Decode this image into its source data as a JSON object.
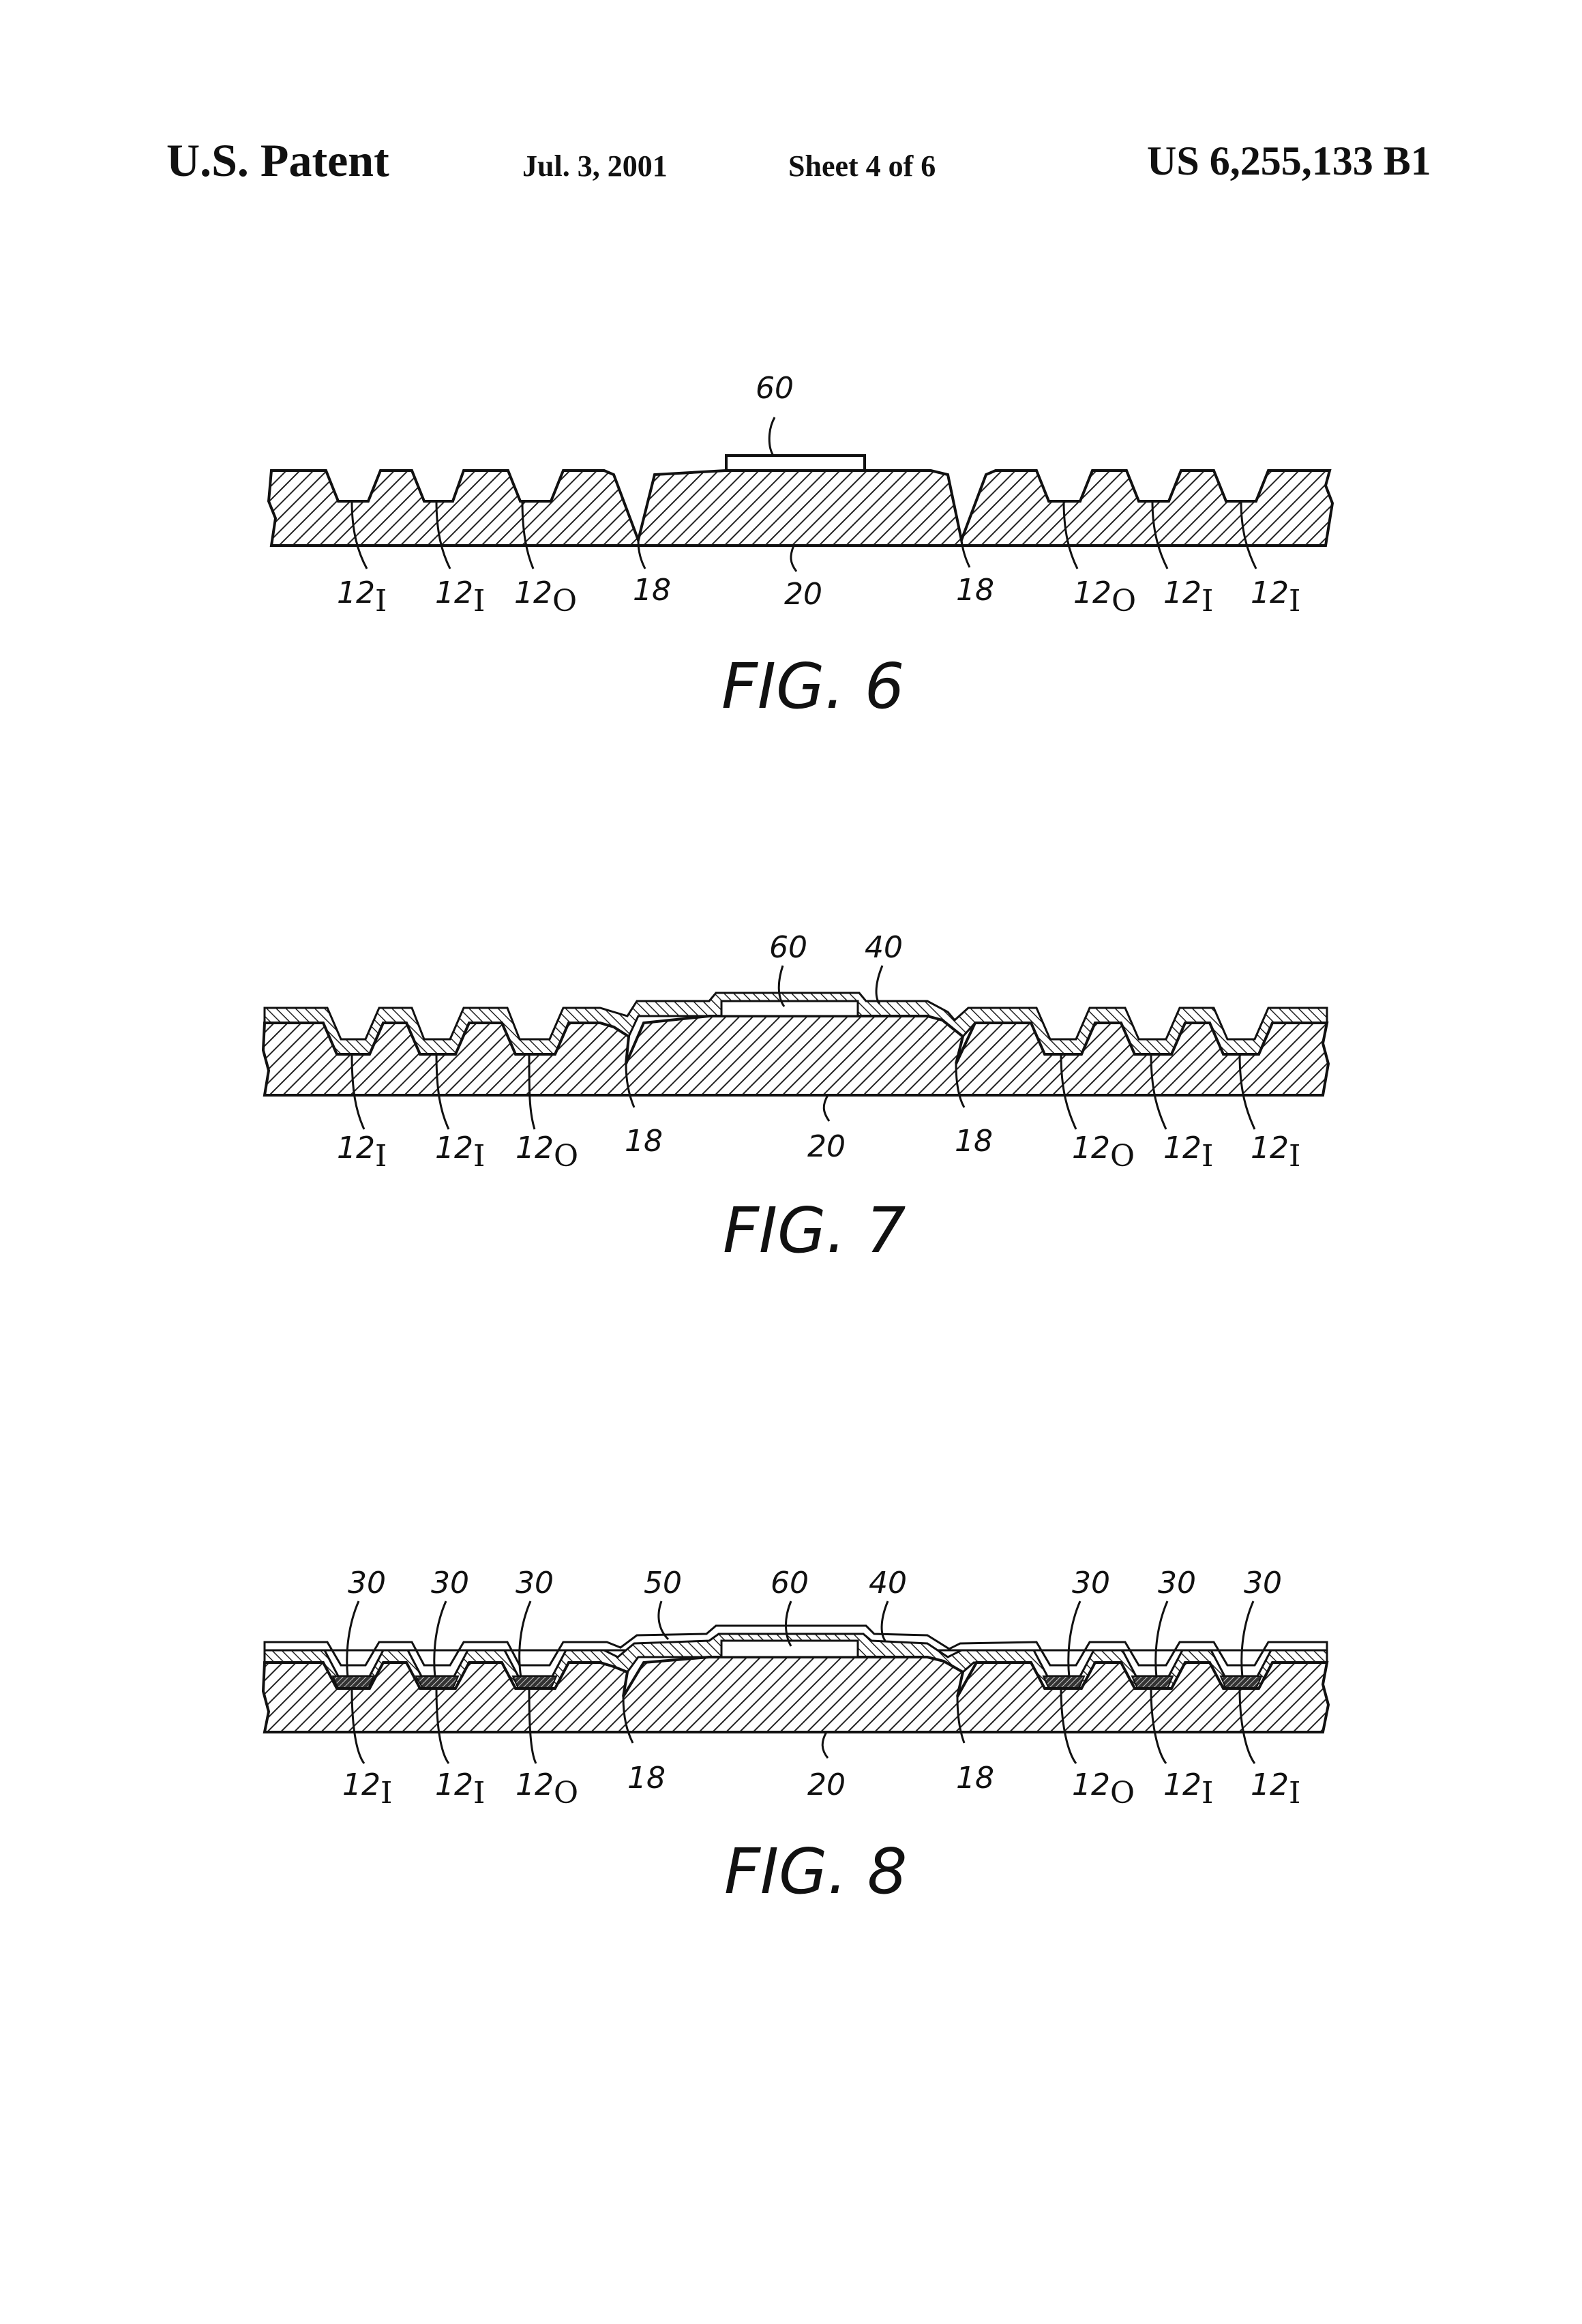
{
  "header": {
    "left": "U.S. Patent",
    "date": "Jul. 3, 2001",
    "sheet": "Sheet 4 of 6",
    "number": "US 6,255,133 B1"
  },
  "figures": [
    {
      "caption": "FIG. 6",
      "top_labels": [
        "60"
      ],
      "bottom_labels": [
        "12",
        "12",
        "12",
        "18",
        "20",
        "18",
        "12",
        "12",
        "12"
      ],
      "bottom_subscripts": [
        "I",
        "I",
        "O",
        "",
        "",
        "",
        "O",
        "I",
        "I"
      ]
    },
    {
      "caption": "FIG. 7",
      "top_labels": [
        "60",
        "40"
      ],
      "bottom_labels": [
        "12",
        "12",
        "12",
        "18",
        "20",
        "18",
        "12",
        "12",
        "12"
      ],
      "bottom_subscripts": [
        "I",
        "I",
        "O",
        "",
        "",
        "",
        "O",
        "I",
        "I"
      ]
    },
    {
      "caption": "FIG. 8",
      "top_labels": [
        "30",
        "30",
        "30",
        "50",
        "60",
        "40",
        "30",
        "30",
        "30"
      ],
      "bottom_labels": [
        "12",
        "12",
        "12",
        "18",
        "20",
        "18",
        "12",
        "12",
        "12"
      ],
      "bottom_subscripts": [
        "I",
        "I",
        "O",
        "",
        "",
        "",
        "O",
        "I",
        "I"
      ]
    }
  ]
}
